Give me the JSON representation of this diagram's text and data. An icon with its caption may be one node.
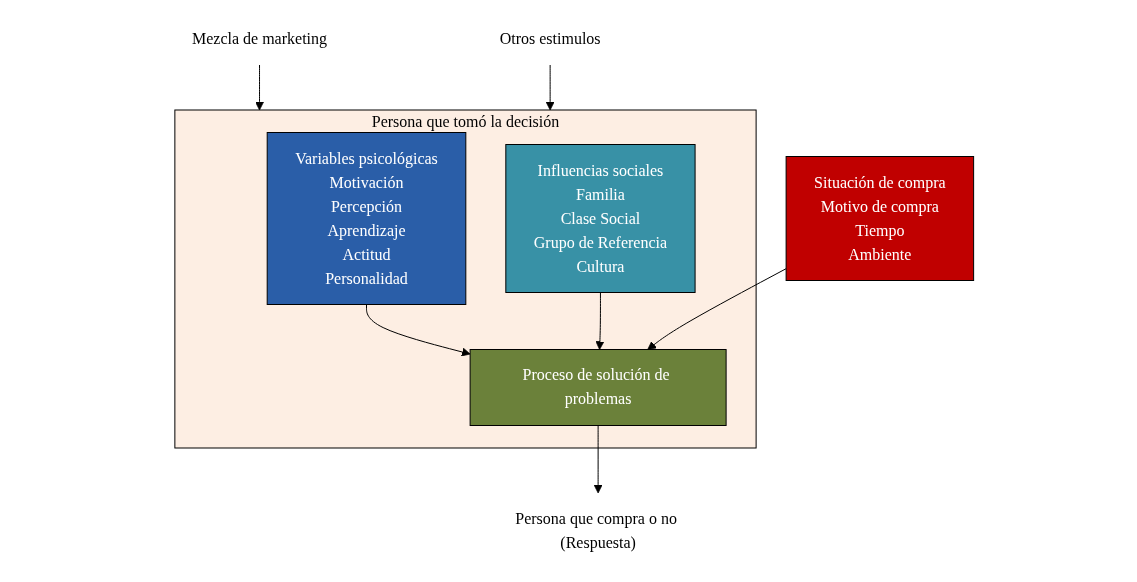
{
  "diagram": {
    "nodes": [
      {
        "text": [
          "Mezcla de marketing"
        ]
      },
      {
        "text": [
          "Otros estimulos"
        ]
      },
      {
        "text": [
          "Persona que tomó la decisión"
        ]
      },
      {
        "text": [
          "Variables psicológicas",
          "Motivación",
          "Percepción",
          "Aprendizaje",
          "Actitud",
          "Personalidad"
        ],
        "in": 2
      },
      {
        "text": [
          "Influencias sociales",
          "Familia",
          "Clase Social",
          "Grupo de Referencia",
          "Cultura"
        ],
        "in": 2
      },
      {
        "text": [
          "Situación de compra",
          "Motivo de compra",
          "Tiempo",
          "Ambiente"
        ]
      },
      {
        "text": [
          "Proceso de solución de problemas"
        ],
        "in": 2
      },
      {
        "text": [
          "Persona que compra o no (Respuesta)"
        ]
      }
    ],
    "edges": [
      {
        "from": 0,
        "to": 2,
        "arrow": "to"
      },
      {
        "from": 1,
        "to": 2,
        "arrow": "to"
      },
      {
        "from": 3,
        "to": 6,
        "arrow": "to"
      },
      {
        "from": 4,
        "to": 6,
        "arrow": "to"
      },
      {
        "from": 5,
        "to": 6,
        "arrow": "to"
      },
      {
        "from": 6,
        "to": 7,
        "arrow": "to"
      }
    ]
  }
}
